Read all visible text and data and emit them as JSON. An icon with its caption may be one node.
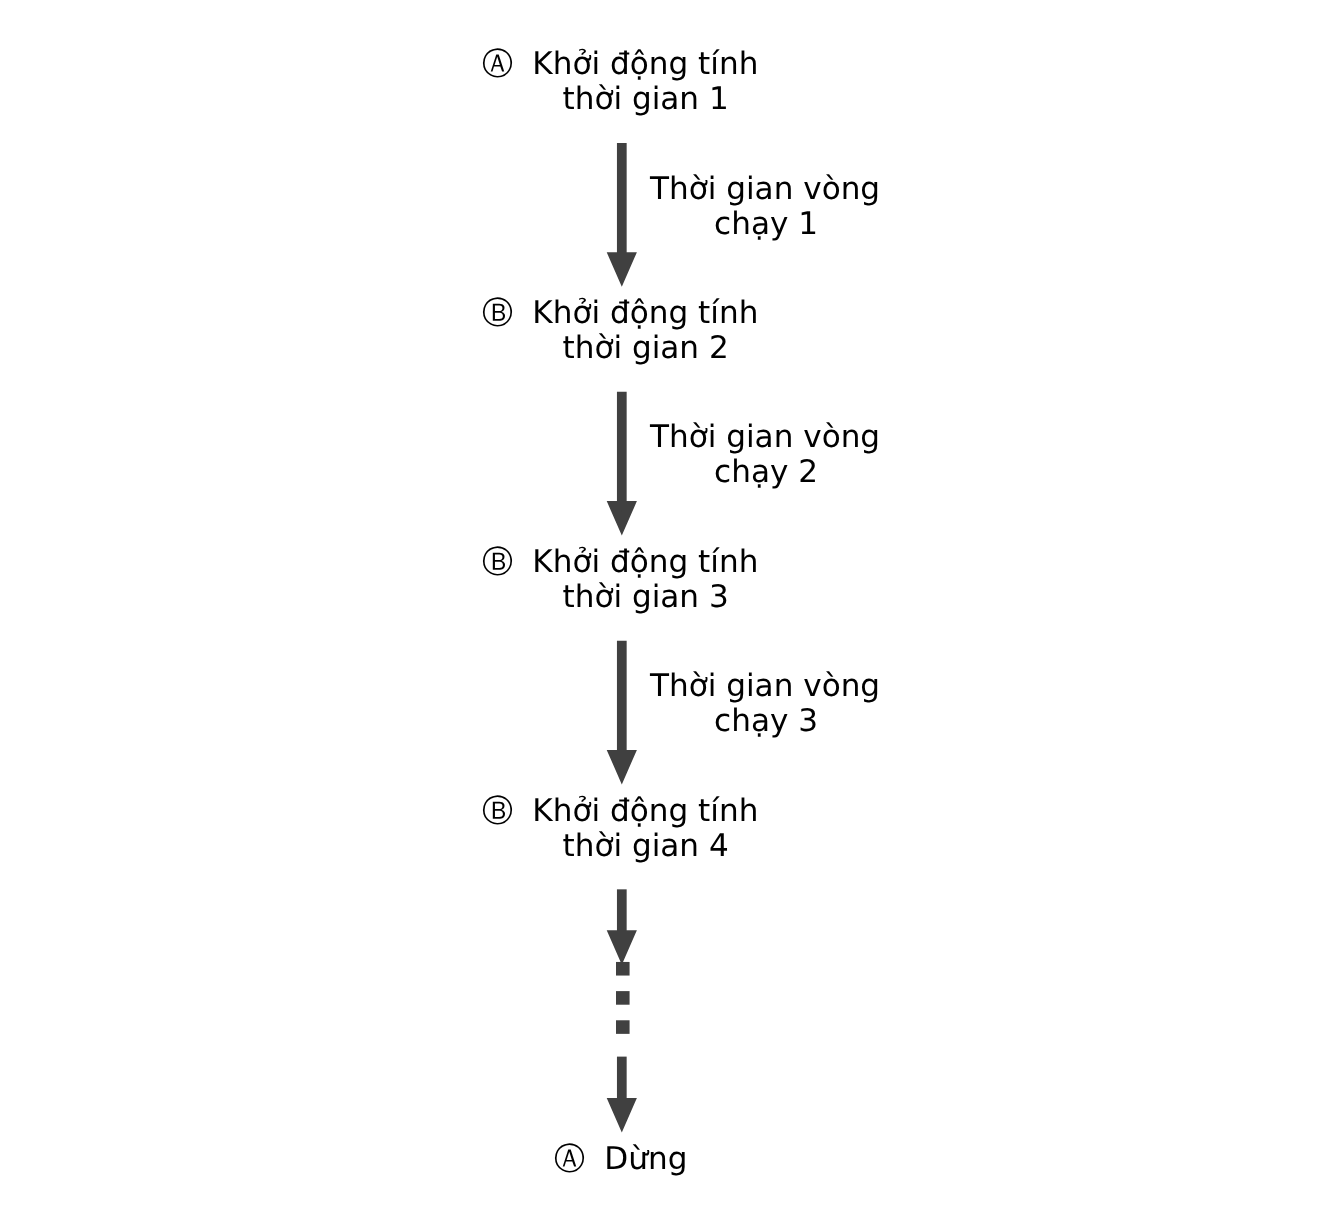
{
  "diagram": {
    "nodes": [
      {
        "text": [
          "Ⓐ",
          "Khởi động tính thời gian 1"
        ]
      },
      {
        "text": [
          "Ⓑ",
          "Khởi động tính thời gian 2"
        ]
      },
      {
        "text": [
          "Ⓑ",
          "Khởi động tính thời gian 3"
        ]
      },
      {
        "text": [
          "Ⓑ",
          "Khởi động tính thời gian 4"
        ]
      },
      {
        "text": [],
        "shape": "dots"
      },
      {
        "text": [
          "Ⓐ",
          "Dừng"
        ]
      }
    ],
    "edges": [
      {
        "from": 0,
        "to": 1,
        "arrow": "to",
        "label": "Thời gian vòng chạy 1"
      },
      {
        "from": 1,
        "to": 2,
        "arrow": "to",
        "label": "Thời gian vòng chạy 2"
      },
      {
        "from": 2,
        "to": 3,
        "arrow": "to",
        "label": "Thời gian vòng chạy 3"
      },
      {
        "from": 3,
        "to": 4,
        "arrow": "to"
      },
      {
        "from": 4,
        "to": 5,
        "arrow": "to"
      }
    ]
  }
}
